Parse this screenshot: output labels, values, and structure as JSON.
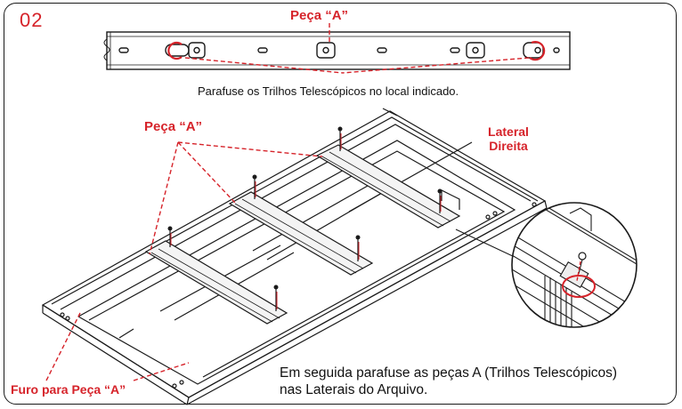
{
  "step_number": "02",
  "part_label_top": "Peça “A”",
  "instruction_top": "Parafuse os Trilhos Telescópicos no local indicado.",
  "part_label_mid": "Peça “A”",
  "side_label": {
    "line1": "Lateral",
    "line2": "Direita"
  },
  "hole_label": "Furo para Peça “A”",
  "instruction_bottom": {
    "line1": "Em seguida parafuse as peças A (Trilhos Telescópicos)",
    "line2": "nas Laterais do Arquivo."
  },
  "colors": {
    "accent": "#d6232a",
    "line": "#1a1a1a",
    "text": "#111111"
  },
  "icons": [
    "screw-icon",
    "magnifier-detail",
    "telescopic-rail"
  ]
}
